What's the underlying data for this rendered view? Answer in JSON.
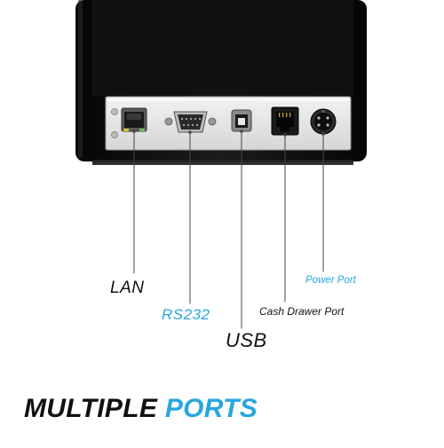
{
  "image": {
    "subject": "Black thermal receipt printer rear panel with ports",
    "colors": {
      "accent": "#2aa6de",
      "text": "#111111",
      "body": "#111111",
      "panel": "#e8e8e8"
    }
  },
  "labels": {
    "lan": "LAN",
    "rs232": "RS232",
    "usb": "USB",
    "cash_drawer": "Cash Drawer Port",
    "power": "Power Port"
  },
  "banner": {
    "word1": "MULTIPLE",
    "word2": "PORTS"
  }
}
